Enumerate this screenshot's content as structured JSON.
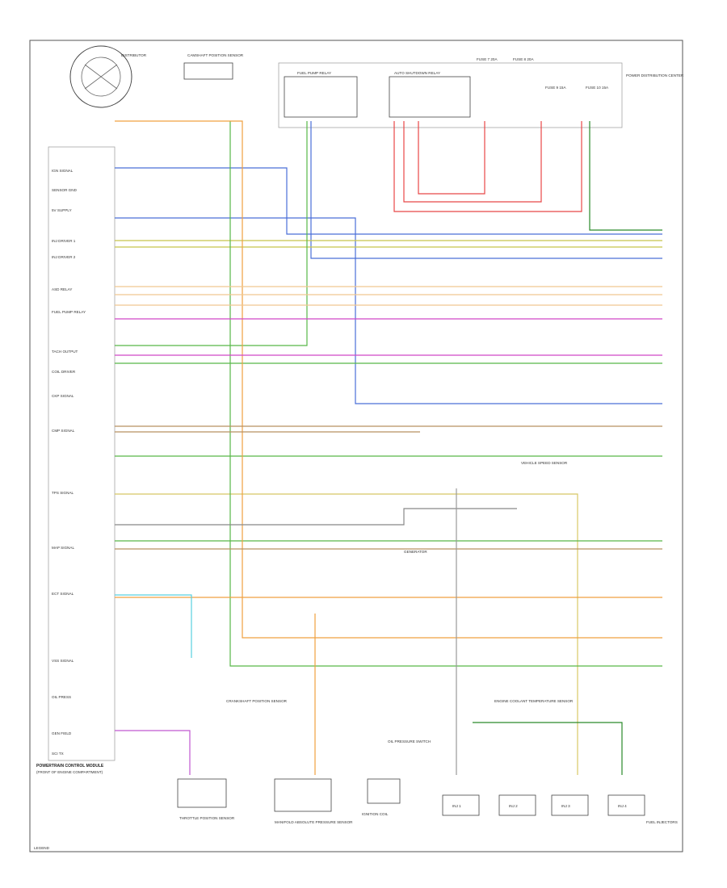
{
  "diagram": {
    "pcm_label": "POWERTRAIN CONTROL MODULE",
    "pcm_sub": "(FRONT OF ENGINE COMPARTMENT)",
    "distributor": "DISTRIBUTOR",
    "cam_sensor": "CAMSHAFT POSITION SENSOR",
    "crank_sensor": "CRANKSHAFT POSITION SENSOR",
    "fuel_pump_relay": "FUEL PUMP RELAY",
    "asd_relay": "AUTO SHUTDOWN RELAY",
    "fuses": [
      "FUSE 7 20A",
      "FUSE 8 20A",
      "FUSE 9 15A",
      "FUSE 10 15A"
    ],
    "pdc_label": "POWER DISTRIBUTION CENTER",
    "throttle_sensor": "THROTTLE POSITION SENSOR",
    "ect_sensor": "ENGINE COOLANT TEMPERATURE SENSOR",
    "map_sensor": "MANIFOLD ABSOLUTE PRESSURE SENSOR",
    "ign_coil": "IGNITION COIL",
    "oil_pressure": "OIL PRESSURE SWITCH",
    "speed_sensor": "VEHICLE SPEED SENSOR",
    "injectors": [
      "INJ 1",
      "INJ 2",
      "INJ 3",
      "INJ 4"
    ],
    "fuel_injectors_label": "FUEL INJECTORS",
    "generator": "GENERATOR",
    "footer": "LEGEND"
  },
  "pin_groups": [
    {
      "label": "IGN SIGNAL"
    },
    {
      "label": "SENSOR GND"
    },
    {
      "label": "5V SUPPLY"
    },
    {
      "label": "INJ DRIVER 1"
    },
    {
      "label": "INJ DRIVER 2"
    },
    {
      "label": "ASD RELAY"
    },
    {
      "label": "FUEL PUMP RELAY"
    },
    {
      "label": "TACH OUTPUT"
    },
    {
      "label": "COIL DRIVER"
    },
    {
      "label": "CKP SIGNAL"
    },
    {
      "label": "CMP SIGNAL"
    },
    {
      "label": "TPS SIGNAL"
    },
    {
      "label": "MAP SIGNAL"
    },
    {
      "label": "ECT SIGNAL"
    },
    {
      "label": "VSS SIGNAL"
    },
    {
      "label": "OIL PRESS"
    },
    {
      "label": "GEN FIELD"
    },
    {
      "label": "SCI TX"
    }
  ]
}
